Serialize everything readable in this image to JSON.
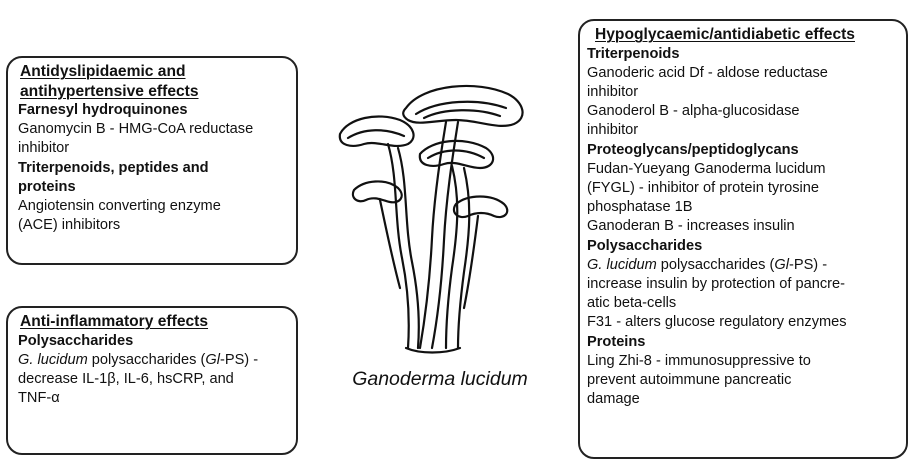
{
  "box_dyslipidaemic": {
    "title_1": "Antidyslipidaemic and",
    "title_2": "antihypertensive effects",
    "sec_1": "Farnesyl hydroquinones",
    "item_1a": "Ganomycin B - HMG-CoA reductase",
    "item_1b": "inhibitor",
    "sec_2a": "Triterpenoids, peptides and",
    "sec_2b": "proteins",
    "item_2a": "Angiotensin converting enzyme",
    "item_2b": "(ACE) inhibitors"
  },
  "box_inflammatory": {
    "title": "Anti-inflammatory effects",
    "sec_1": "Polysaccharides",
    "item_species": "G. lucidum",
    "item_1a_mid": " polysaccharides (",
    "item_1a_abbr": "Gl",
    "item_1a_end": "-PS) -",
    "item_1b": "decrease IL-1β, IL-6, hsCRP, and",
    "item_1c": "TNF-α"
  },
  "caption": "Ganoderma lucidum",
  "box_hypoglycaemic": {
    "title": "Hypoglycaemic/antidiabetic effects",
    "sec_1": "Triterpenoids",
    "item_1a": "Ganoderic acid Df - aldose reductase",
    "item_1b": "inhibitor",
    "item_1c": "Ganoderol B - alpha-glucosidase",
    "item_1d": "inhibitor",
    "sec_2": "Proteoglycans/peptidoglycans",
    "item_2a": "Fudan-Yueyang Ganoderma lucidum",
    "item_2b": "(FYGL) - inhibitor of protein tyrosine",
    "item_2c": "phosphatase 1B",
    "item_2d": "Ganoderan B - increases insulin",
    "sec_3": "Polysaccharides",
    "item_species": "G. lucidum",
    "item_3a_mid": " polysaccharides (",
    "item_3a_abbr": "Gl",
    "item_3a_end": "-PS) -",
    "item_3b": "increase insulin by protection of pancre-",
    "item_3c": "atic beta-cells",
    "item_3d": "F31 - alters glucose regulatory enzymes",
    "sec_4": "Proteins",
    "item_4a": "Ling Zhi-8 - immunosuppressive to",
    "item_4b": "prevent autoimmune pancreatic",
    "item_4c": "damage"
  }
}
